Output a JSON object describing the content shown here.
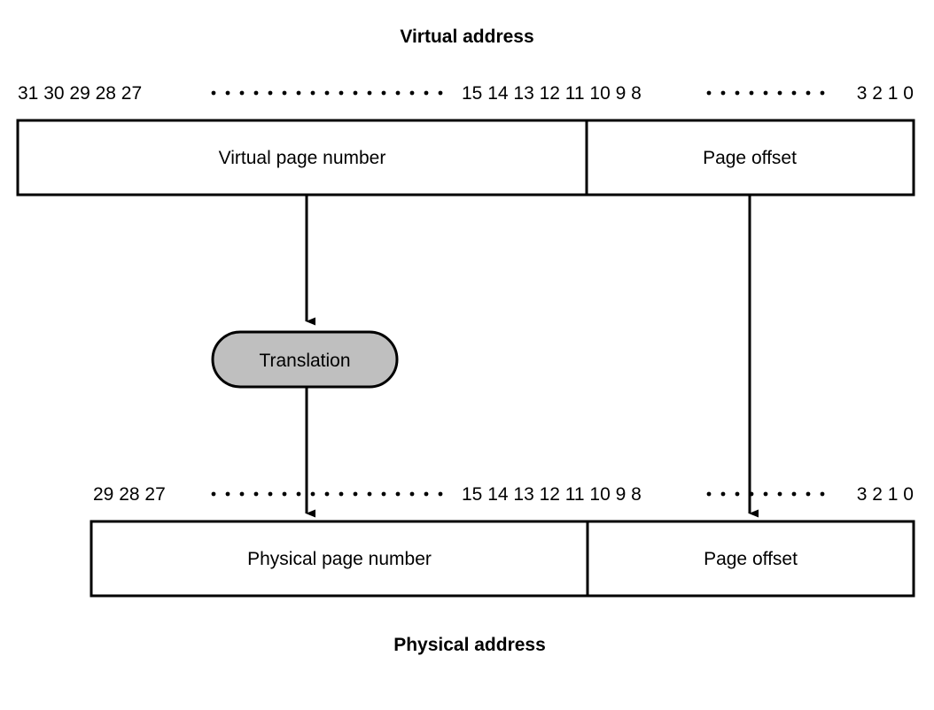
{
  "figure": {
    "title_top": "Virtual address",
    "title_bottom": "Physical address",
    "translation_label": "Translation",
    "translation_fill": "#BFBFBF",
    "stroke_color": "#000000",
    "background": "#FFFFFF"
  },
  "virtual_address": {
    "bits_left_group": "31 30 29 28 27",
    "bits_mid_group": "15 14 13 12 11 10 9 8",
    "bits_right_group": "3 2 1 0",
    "fields": [
      {
        "label": "Virtual page number"
      },
      {
        "label": "Page offset"
      }
    ]
  },
  "physical_address": {
    "bits_left_group": "29 28 27",
    "bits_mid_group": "15 14 13 12 11 10 9 8",
    "bits_right_group": "3 2 1 0",
    "fields": [
      {
        "label": "Physical page number"
      },
      {
        "label": "Page offset"
      }
    ]
  },
  "ellipses": {
    "top_left_dots": 17,
    "top_right_dots": 9,
    "bottom_left_dots": 17,
    "bottom_right_dots": 9
  }
}
